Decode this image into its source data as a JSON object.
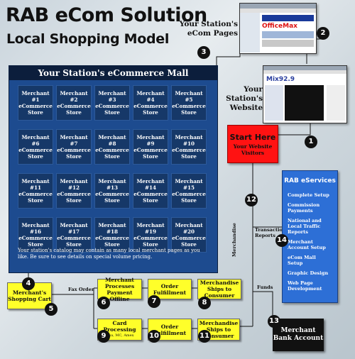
{
  "title": "RAB eCom Solution",
  "subtitle": "Local Shopping Model",
  "screens": {
    "ecom_pages_caption": "Your Station's eCom Pages",
    "officemax_text": "OfficeMax",
    "website_caption": "Your Station's Website",
    "mix_text": "Mix92.9"
  },
  "mall": {
    "header": "Your Station's eCommerce Mall",
    "merchants": [
      "Merchant #1 eCommerce Store",
      "Merchant #2 eCommerce Store",
      "Merchant #3 eCommerce Store",
      "Merchant #4 eCommerce Store",
      "Merchant #5 eCommerce Store",
      "Merchant #6 eCommerce Store",
      "Merchant #7 eCommerce Store",
      "Merchant #8 eCommerce Store",
      "Merchant #9 eCommerce Store",
      "Merchant #10 eCommerce Store",
      "Merchant #11 eCommerce Store",
      "Merchant #12 eCommerce Store",
      "Merchant #13 eCommerce Store",
      "Merchant #14 eCommerce Store",
      "Merchant #15 eCommerce Store",
      "Merchant #16 eCommerce Store",
      "Merchant #17 eCommerce Store",
      "Merchant #18 eCommerce Store",
      "Merchant #19 eCommerce Store",
      "Merchant #20 eCommerce Store"
    ],
    "note": "Your station's catalog may contain as many local merchant pages as you like.  Be sure to see details on special volume pricing."
  },
  "start": {
    "title": "Start Here",
    "subtitle": "Your Website Visitors"
  },
  "services": {
    "header": "RAB eServices",
    "items": [
      "Complete Setup",
      "Commission Payments",
      "National and Local Traffic Reports",
      "Merchant Account Setup",
      "eCom Mall Setup",
      "Graphic Design",
      "Web Page Development"
    ]
  },
  "flow": {
    "cart": "Merchant's Shopping Cart",
    "fax_order": "Fax Order",
    "merch_processes": "Merchant Processes Payment Offline",
    "order_fulfillment_1": "Order Fulfillment",
    "ships_1": "Merchandise Ships to Consumer",
    "card_processing": "Card Processing",
    "card_types": "Visa, MC, Amex",
    "order_fulfillment_2": "Order Fulfillment",
    "ships_2": "Merchandise Ships to Consumer",
    "bank": "Merchant Bank Account",
    "transaction_reports": "Transaction Reports",
    "merchandise": "Merchandise",
    "funds": "Funds"
  },
  "numbers": [
    "1",
    "2",
    "3",
    "4",
    "5",
    "6",
    "7",
    "8",
    "9",
    "10",
    "11",
    "12",
    "13",
    "14"
  ],
  "colors": {
    "mall": "#1d4b8f",
    "start": "#ff1212",
    "services": "#2d6fd6",
    "flowbox": "#ffff2a",
    "bank": "#111111"
  }
}
